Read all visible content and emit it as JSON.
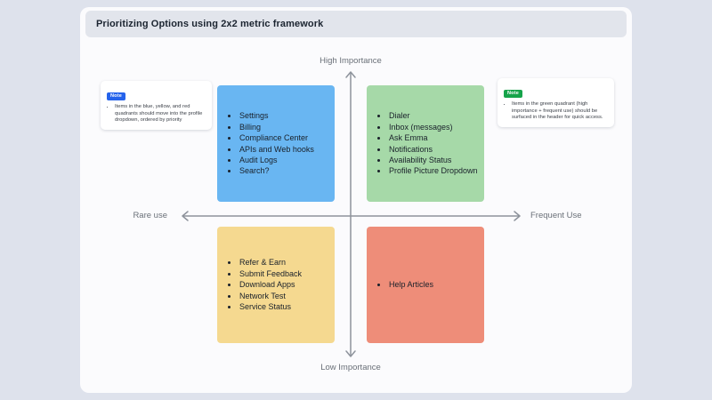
{
  "title": "Prioritizing Options using 2x2 metric framework",
  "axes": {
    "top": "High Importance",
    "bottom": "Low Importance",
    "left": "Rare use",
    "right": "Frequent Use"
  },
  "quadrants": {
    "top_left": {
      "name": "high-importance-rare-use",
      "color": "#69b6f2",
      "items": [
        "Settings",
        "Billing",
        "Compliance Center",
        "APIs and Web hooks",
        "Audit Logs",
        "Search?"
      ]
    },
    "top_right": {
      "name": "high-importance-frequent-use",
      "color": "#a6d9a8",
      "items": [
        "Dialer",
        "Inbox (messages)",
        "Ask Emma",
        "Notifications",
        "Availability Status",
        "Profile Picture Dropdown"
      ]
    },
    "bottom_left": {
      "name": "low-importance-rare-use",
      "color": "#f5d990",
      "items": [
        "Refer & Earn",
        "Submit Feedback",
        "Download Apps",
        "Network Test",
        "Service Status"
      ]
    },
    "bottom_right": {
      "name": "low-importance-frequent-use",
      "color": "#ee8d79",
      "items": [
        "Help Articles"
      ]
    }
  },
  "notes": {
    "left": {
      "badge": "Note",
      "badge_color": "#2563eb",
      "text": "Items in the blue, yellow, and red quadrants should move into the profile dropdown, ordered by priority"
    },
    "right": {
      "badge": "Note",
      "badge_color": "#16a34a",
      "text": "Items in the green quadrant (high importance + frequent use) should be surfaced in the header for quick access."
    }
  },
  "axis_color": "#8e939c"
}
